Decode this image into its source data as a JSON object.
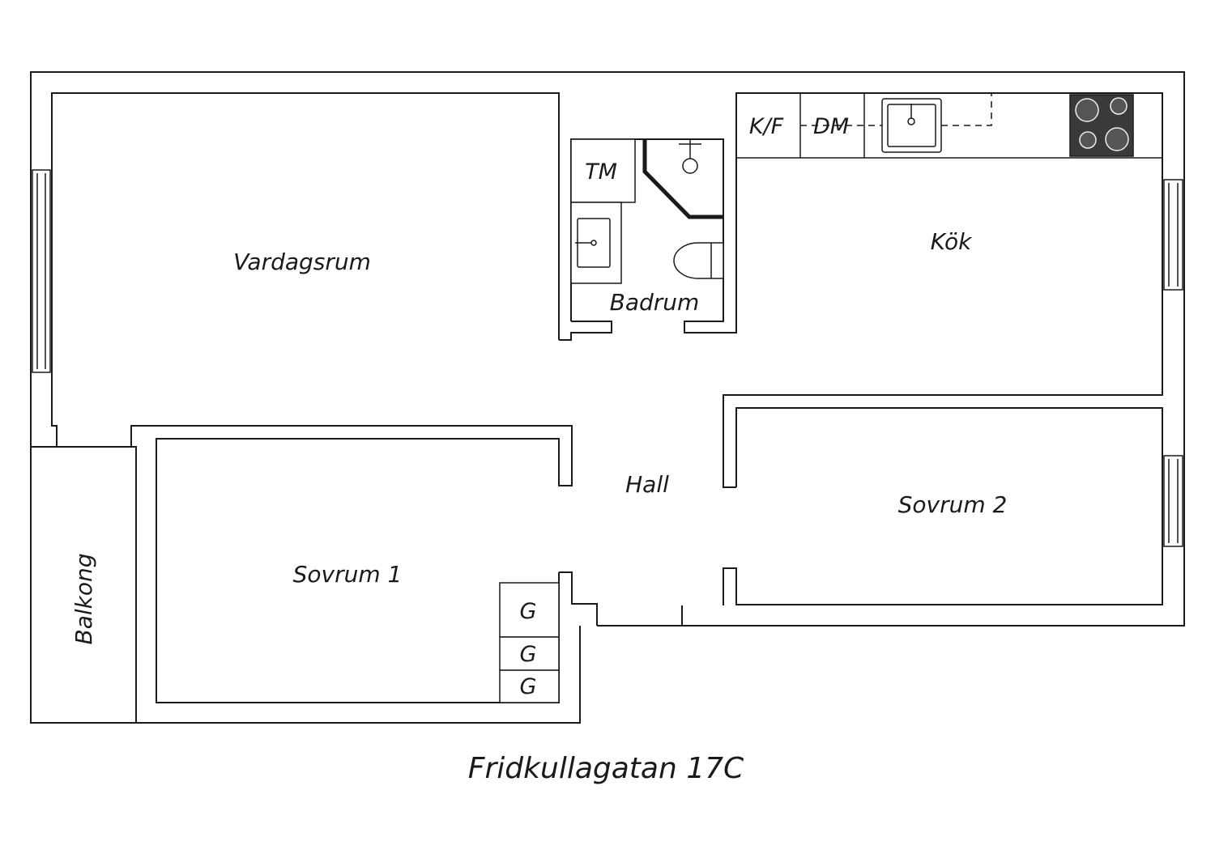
{
  "plan": {
    "address": "Fridkullagatan 17C",
    "rooms": {
      "vardagsrum": "Vardagsrum",
      "badrum": "Badrum",
      "kok": "Kök",
      "hall": "Hall",
      "sovrum1": "Sovrum 1",
      "sovrum2": "Sovrum 2",
      "balkong": "Balkong"
    },
    "fixtures": {
      "tm": "TM",
      "kf": "K/F",
      "dm": "DM",
      "g1": "G",
      "g2": "G",
      "g3": "G"
    },
    "colors": {
      "line": "#1a1a1a",
      "stove": "#3a3a3a",
      "background": "#ffffff"
    }
  }
}
